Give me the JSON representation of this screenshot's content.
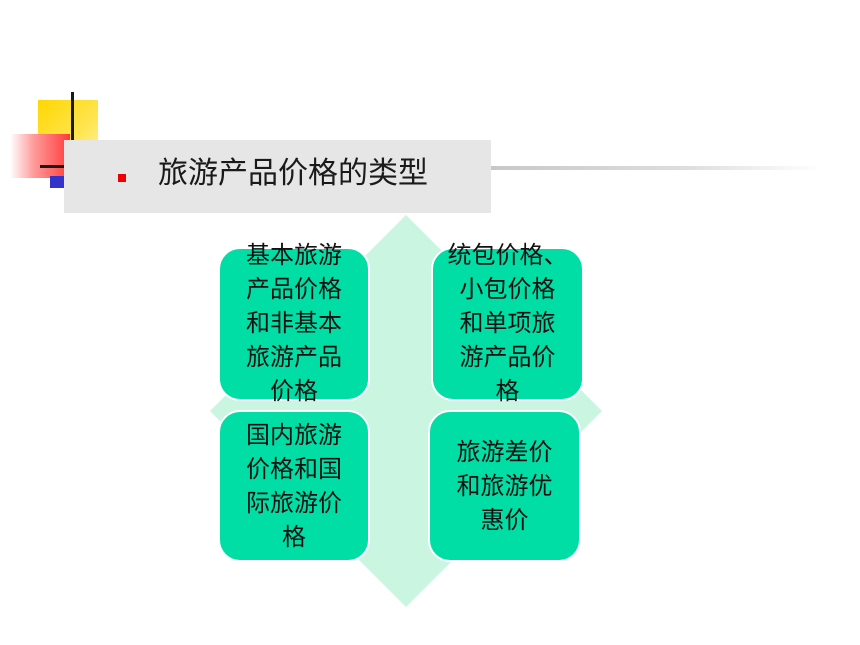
{
  "slide": {
    "title": "旅游产品价格的类型",
    "colors": {
      "title_bar": "#e6e6e6",
      "bullet": "#ee0000",
      "box_fill": "#00dea5",
      "diamond_fill": "#c9f5e1"
    }
  },
  "diagram": {
    "boxes": [
      {
        "text": "基本旅游\n产品价格\n和非基本\n旅游产品\n价格"
      },
      {
        "text": "统包价格、\n小包价格\n和单项旅\n游产品价\n格"
      },
      {
        "text": "国内旅游\n价格和国\n际旅游价\n格"
      },
      {
        "text": "旅游差价\n和旅游优\n惠价"
      }
    ]
  }
}
